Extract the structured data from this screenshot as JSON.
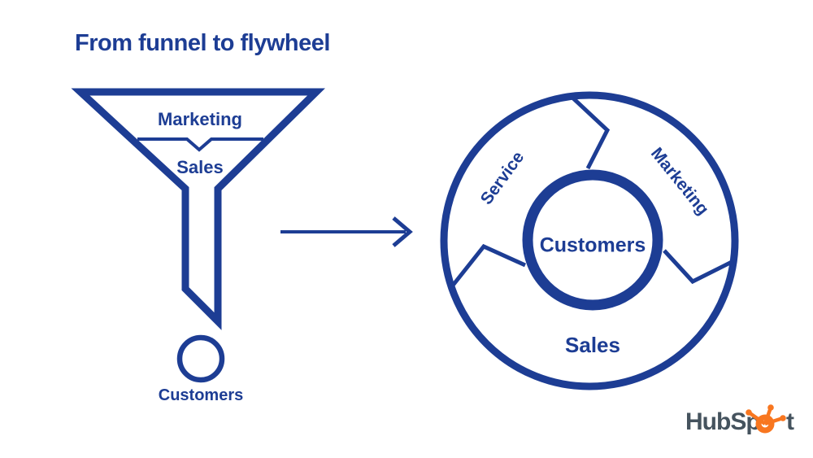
{
  "title": "From funnel to flywheel",
  "colors": {
    "blue": "#1d3d94",
    "logo_gray": "#45535e",
    "logo_orange": "#f8761f",
    "background": "#ffffff"
  },
  "funnel": {
    "stages": [
      {
        "label": "Marketing"
      },
      {
        "label": "Sales"
      }
    ],
    "output_label": "Customers"
  },
  "arrow": {
    "icon": "right-arrow-icon",
    "direction": "right"
  },
  "flywheel": {
    "center_label": "Customers",
    "segments": [
      {
        "label": "Service"
      },
      {
        "label": "Marketing"
      },
      {
        "label": "Sales"
      }
    ],
    "direction": "clockwise"
  },
  "logo": {
    "full_name": "HubSpot",
    "prefix": "HubSp",
    "suffix": "t",
    "sprocket_icon": "hubspot-sprocket-icon"
  }
}
